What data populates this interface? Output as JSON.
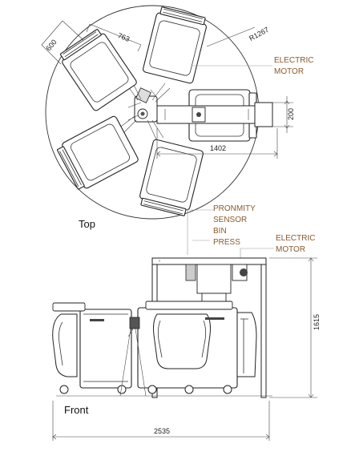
{
  "views": {
    "top": "Top",
    "front": "Front"
  },
  "dimensions": {
    "bin_width": "600",
    "bin_depth": "763",
    "radius": "R1267",
    "press_width": "200",
    "press_length": "1402",
    "height": "1615",
    "total_width": "2535"
  },
  "callouts": {
    "electric_motor_top": [
      "ELECTRIC",
      "MOTOR"
    ],
    "sensor": [
      "PRONMITY",
      "SENSOR",
      "BIN",
      "PRESS"
    ],
    "electric_motor_front": [
      "ELECTRIC",
      "MOTOR"
    ]
  },
  "colors": {
    "callout_text": "#8a5a2b",
    "linework": "#2a2a2a"
  }
}
